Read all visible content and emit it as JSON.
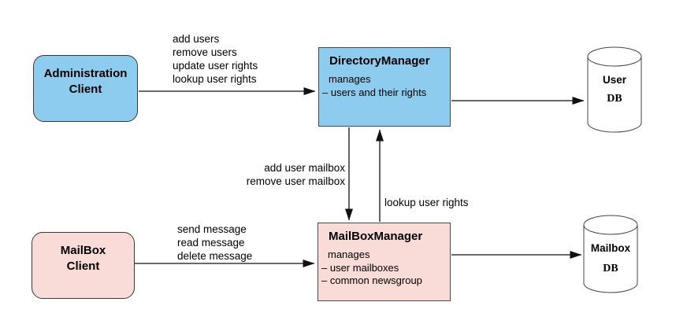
{
  "colors": {
    "blue": "#8DCBEF",
    "pink": "#F9DBD8",
    "outline": "#3F3F3F",
    "arrow": "#111111"
  },
  "nodes": {
    "admin_client": {
      "lines": [
        "Administration",
        "Client"
      ]
    },
    "directory_manager": {
      "title": "DirectoryManager",
      "intro": "manages",
      "items": [
        "– users and their rights"
      ]
    },
    "user_db": {
      "name": "User",
      "type": "DB"
    },
    "mailbox_client": {
      "lines": [
        "MailBox",
        "Client"
      ]
    },
    "mailbox_manager": {
      "title": "MailBoxManager",
      "intro": "manages",
      "items": [
        "– user mailboxes",
        "– common newsgroup"
      ]
    },
    "mailbox_db": {
      "name": "Mailbox",
      "type": "DB"
    }
  },
  "edges": {
    "admin_client_to_directory_manager": {
      "operations": [
        "add users",
        "remove users",
        "update user rights",
        "lookup user rights"
      ]
    },
    "directory_manager_to_user_db": {
      "operations": []
    },
    "directory_manager_to_mailbox_manager": {
      "operations": [
        "add user mailbox",
        "remove user mailbox"
      ]
    },
    "mailbox_manager_to_directory_manager": {
      "operations": [
        "lookup user rights"
      ]
    },
    "mailbox_client_to_mailbox_manager": {
      "operations": [
        "send message",
        "read message",
        "delete message"
      ]
    },
    "mailbox_manager_to_mailbox_db": {
      "operations": []
    }
  }
}
